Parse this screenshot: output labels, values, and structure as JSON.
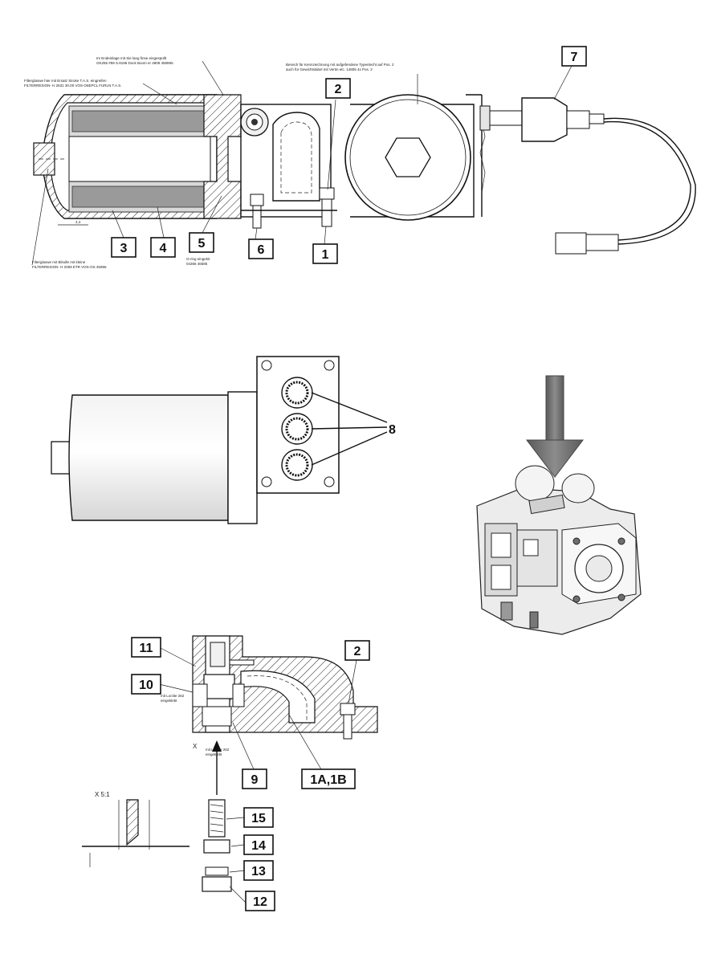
{
  "top_section": {
    "note_a_line1": "Im Endeinlage mit Sie lang finse eingespüllt",
    "note_a_line2": "OK255 #59 S.8196 Dock Boom er 4809 458965",
    "note_b_line1": "Filterglaswe hier mit Ersatz Stroke T.A.S. eingreifen",
    "note_b_line2": "FILTERRESION- H 2631 30.00 VOS-O6EPCL FURLN T.A.S.",
    "note_c_line1": "Bereich für Kennzeichnung mit aufgefendene Typenlecht auf Pos. 2",
    "note_c_line2": "auch für Gewichtslabel mit Vertin etc. 14805 4x Pos. 2",
    "note_d_line1": "Filterglaswe mit Blindle mit kleine",
    "note_d_line2": "FILTERRESION- H 2059 ETR VOS-OS 45956",
    "note_oring_line1": "O-ring eingekit",
    "note_oring_line2": "04356 46585",
    "dim_label": "4,4"
  },
  "section_view": {
    "note_left_line1": "mit Loctite 262",
    "note_left_line2": "eingeklebt",
    "note_bottom_line1": "mit Loctite 262",
    "note_bottom_line2": "eingeklebt",
    "view_marker": "X",
    "detail_label": "X 5:1"
  },
  "callouts": {
    "c1": "1",
    "c2": "2",
    "c3": "3",
    "c4": "4",
    "c5": "5",
    "c6": "6",
    "c7": "7",
    "c8": "8",
    "c2b": "2",
    "c9": "9",
    "c10": "10",
    "c11": "11",
    "c1a1b": "1A,1B",
    "c12": "12",
    "c13": "13",
    "c14": "14",
    "c15": "15"
  }
}
